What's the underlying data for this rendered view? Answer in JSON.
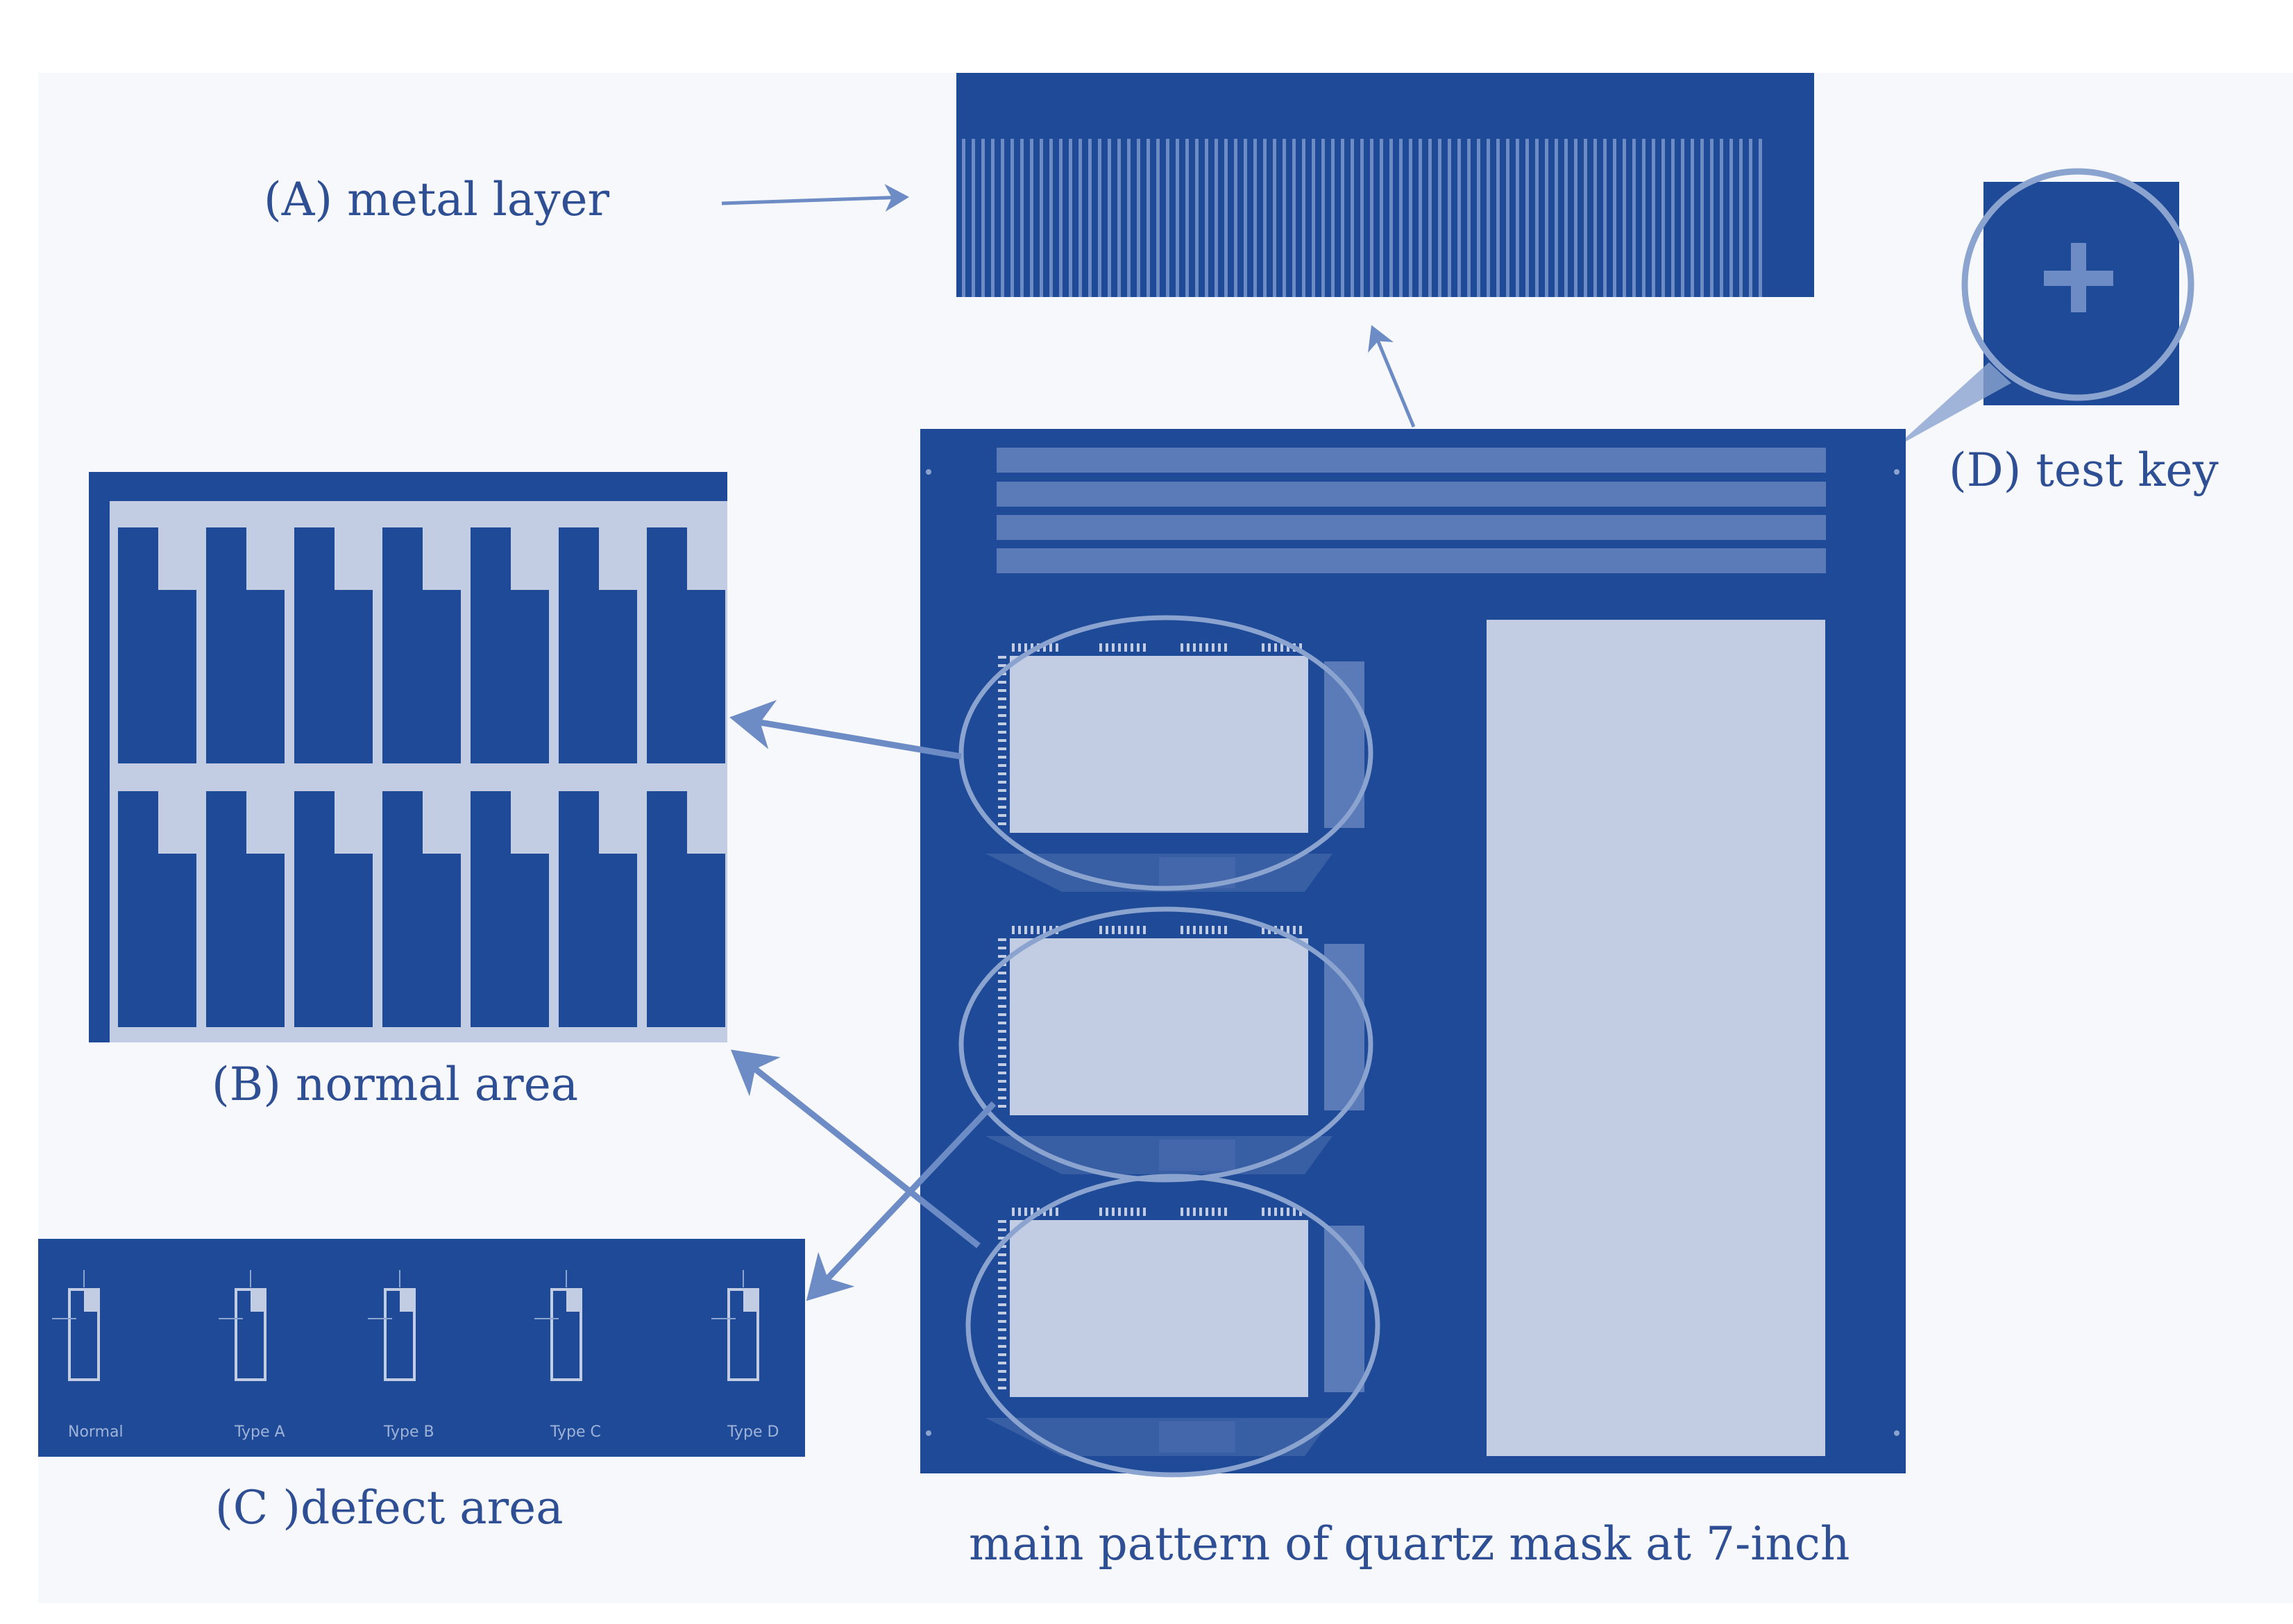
{
  "colors": {
    "background": "#f7f8fc",
    "mask_blue": "#1f4a97",
    "pale_blue": "#c2cde4",
    "mid_blue": "#5a7ab8",
    "outline": "#8aa3cf",
    "label_text": "#2f4f95",
    "arrow": "#6d8cc5"
  },
  "labels": {
    "metal_layer": "(A)  metal layer",
    "normal_area": "(B) normal area",
    "defect_area": "(C )defect area",
    "test_key": "(D) test key",
    "main_pattern": "main pattern of quartz mask at 7-inch"
  },
  "defect_types": [
    "Normal",
    "Type A",
    "Type B",
    "Type C",
    "Type D"
  ],
  "icons": {
    "test_key_mark": "plus-cross-icon"
  }
}
